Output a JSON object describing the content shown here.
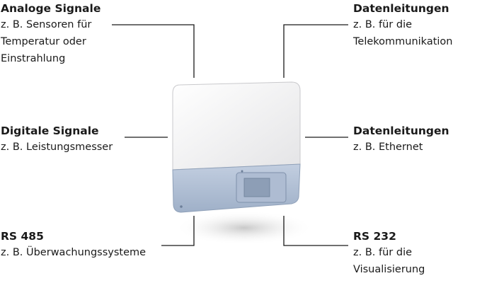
{
  "labels": {
    "top_left": {
      "title": "Analoge Signale",
      "desc": "z. B. Sensoren für\nTemperatur oder\nEinstrahlung"
    },
    "mid_left": {
      "title": "Digitale Signale",
      "desc": "z. B. Leistungsmesser"
    },
    "bottom_left": {
      "title": "RS 485",
      "desc": "z. B. Überwachungssysteme"
    },
    "top_right": {
      "title": "Datenleitungen",
      "desc": "z. B. für die\nTelekommunikation"
    },
    "mid_right": {
      "title": "Datenleitungen",
      "desc": "z. B. Ethernet"
    },
    "bottom_right": {
      "title": "RS 232",
      "desc": "z. B. für die\nVisualisierung"
    }
  },
  "colors": {
    "line": "#1a1a1a",
    "device_top": "#f2f2f2",
    "device_bottom": "#b5c3d6",
    "device_display": "#8d9eb6"
  }
}
